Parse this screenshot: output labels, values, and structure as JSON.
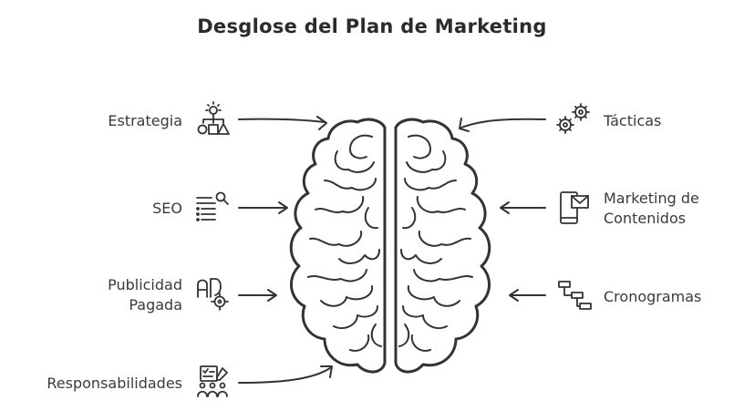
{
  "title": "Desglose del Plan de Marketing",
  "left_items": [
    {
      "lines": [
        "Estrategia"
      ],
      "icon": "strategy-icon"
    },
    {
      "lines": [
        "SEO"
      ],
      "icon": "seo-list-search-icon"
    },
    {
      "lines": [
        "Publicidad",
        "Pagada"
      ],
      "icon": "paid-ad-target-icon"
    },
    {
      "lines": [
        "Responsabilidades"
      ],
      "icon": "team-checklist-icon"
    }
  ],
  "right_items": [
    {
      "lines": [
        "Tácticas"
      ],
      "icon": "gears-icon"
    },
    {
      "lines": [
        "Marketing de",
        "Contenidos"
      ],
      "icon": "mobile-mail-icon"
    },
    {
      "lines": [
        "Cronogramas"
      ],
      "icon": "gantt-timeline-icon"
    }
  ],
  "center_icon": "brain-icon",
  "colors": {
    "stroke": "#333333",
    "text": "#3a3a3a"
  }
}
